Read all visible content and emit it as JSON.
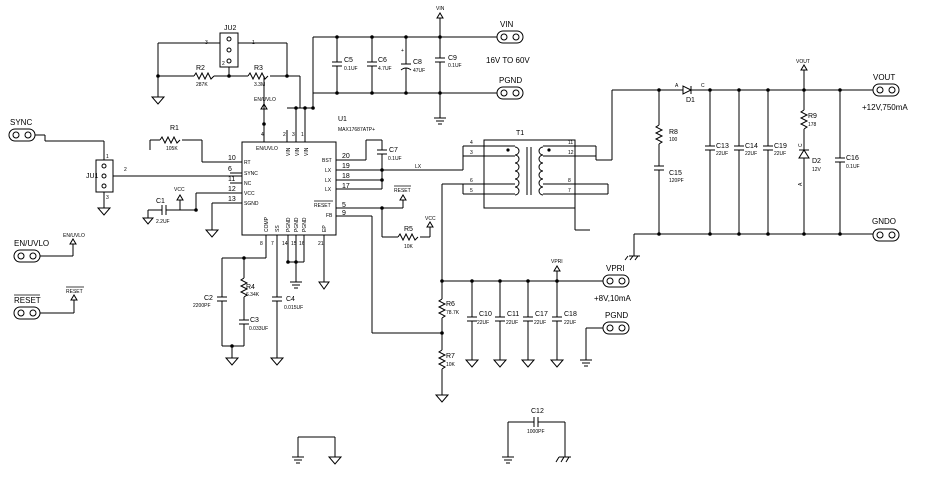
{
  "chip": {
    "ref": "U1",
    "part": "MAX17687ATP+",
    "left_pins": [
      {
        "num": "10",
        "name": "RT"
      },
      {
        "num": "6",
        "name": "SYNC"
      },
      {
        "num": "11",
        "name": "NC"
      },
      {
        "num": "12",
        "name": "VCC"
      },
      {
        "num": "13",
        "name": "SGND"
      }
    ],
    "right_pins": [
      {
        "num": "20",
        "name": "BST"
      },
      {
        "num": "19",
        "name": "LX"
      },
      {
        "num": "18",
        "name": "LX"
      },
      {
        "num": "17",
        "name": "LX"
      },
      {
        "num": "5",
        "name": "RESET"
      },
      {
        "num": "9",
        "name": "FB"
      }
    ],
    "top_pins": [
      {
        "num": "4",
        "name": "EN/UVLO"
      },
      {
        "num": "2",
        "name": "VIN"
      },
      {
        "num": "3",
        "name": "VIN"
      },
      {
        "num": "1",
        "name": "VIN"
      }
    ],
    "bottom_pins": [
      {
        "num": "8",
        "name": "COMP"
      },
      {
        "num": "7",
        "name": "SS"
      },
      {
        "num": "14",
        "name": "PGND"
      },
      {
        "num": "15",
        "name": "PGND"
      },
      {
        "num": "16",
        "name": "PGND"
      },
      {
        "num": "21",
        "name": "EP"
      }
    ]
  },
  "jumpers": {
    "ju1": {
      "ref": "JU1",
      "pins": [
        "1",
        "2",
        "3"
      ]
    },
    "ju2": {
      "ref": "JU2",
      "pins": [
        "3",
        "2",
        "1"
      ]
    }
  },
  "transformer": {
    "ref": "T1",
    "pins": [
      "4",
      "3",
      "6",
      "5",
      "11",
      "12",
      "8",
      "7"
    ]
  },
  "components": {
    "r1": {
      "ref": "R1",
      "value": "105K"
    },
    "r2": {
      "ref": "R2",
      "value": "287K"
    },
    "r3": {
      "ref": "R3",
      "value": "3.3M"
    },
    "r4": {
      "ref": "R4",
      "value": "6.34K"
    },
    "r5": {
      "ref": "R5",
      "value": "10K"
    },
    "r6": {
      "ref": "R6",
      "value": "78.7K"
    },
    "r7": {
      "ref": "R7",
      "value": "10K"
    },
    "r8": {
      "ref": "R8",
      "value": "100"
    },
    "r9": {
      "ref": "R9",
      "value": "178"
    },
    "c1": {
      "ref": "C1",
      "value": "2.2UF"
    },
    "c2": {
      "ref": "C2",
      "value": "2200PF"
    },
    "c3": {
      "ref": "C3",
      "value": "0.033UF"
    },
    "c4": {
      "ref": "C4",
      "value": "0.015UF"
    },
    "c5": {
      "ref": "C5",
      "value": "0.1UF"
    },
    "c6": {
      "ref": "C6",
      "value": "4.7UF"
    },
    "c7": {
      "ref": "C7",
      "value": "0.1UF"
    },
    "c8": {
      "ref": "C8",
      "value": "47UF"
    },
    "c9": {
      "ref": "C9",
      "value": "0.1UF"
    },
    "c10": {
      "ref": "C10",
      "value": "22UF"
    },
    "c11": {
      "ref": "C11",
      "value": "22UF"
    },
    "c12": {
      "ref": "C12",
      "value": "1000PF"
    },
    "c13": {
      "ref": "C13",
      "value": "22UF"
    },
    "c14": {
      "ref": "C14",
      "value": "22UF"
    },
    "c15": {
      "ref": "C15",
      "value": "120PF"
    },
    "c16": {
      "ref": "C16",
      "value": "0.1UF"
    },
    "c17": {
      "ref": "C17",
      "value": "22UF"
    },
    "c18": {
      "ref": "C18",
      "value": "22UF"
    },
    "c19": {
      "ref": "C19",
      "value": "22UF"
    },
    "d1": {
      "ref": "D1",
      "anode": "A",
      "cathode": "C"
    },
    "d2": {
      "ref": "D2",
      "value": "12V",
      "anode": "A",
      "cathode": "C"
    }
  },
  "connectors": {
    "sync": "SYNC",
    "en_uvlo": "EN/UVLO",
    "reset": "RESET",
    "vin": "VIN",
    "vin_range": "16V TO 60V",
    "pgnd_top": "PGND",
    "vout": "VOUT",
    "vout_spec": "+12V,750mA",
    "gndo": "GNDO",
    "vpri": "VPRI",
    "vpri_spec": "+8V,10mA",
    "pgnd_mid": "PGND"
  },
  "net_labels": {
    "vin_top": "VIN",
    "vout_top": "VOUT",
    "vpri_top": "VPRI",
    "en_uvlo_flag": "EN/UVLO",
    "en_uvlo_small": "EN/UVLO",
    "reset_small": "RESET",
    "reset_flag": "RESET",
    "vcc_flag1": "VCC",
    "vcc_flag2": "VCC",
    "lx": "LX"
  }
}
